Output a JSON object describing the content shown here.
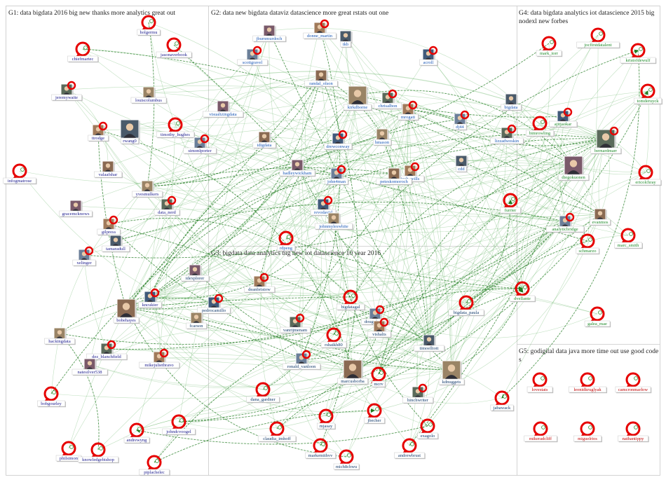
{
  "colors": {
    "edge": "#3aa03a",
    "edge_dark": "#1f7a1f",
    "twitter_marker": "#e60000",
    "divider": "#c8c8c8",
    "g1_label": "#1a1a8c",
    "g2_label": "#1a57b5",
    "g3_label": "#123a6b",
    "g4_label": "#1f8a2a",
    "g5_label": "#c00000"
  },
  "groups": [
    {
      "id": "g1",
      "title": "G1: data bigdata 2016 big new thanks more analytics great out",
      "nodes": [
        {
          "label": "holgermu",
          "icon": "twitter-marker-icon"
        },
        {
          "label": "jasonaverbook",
          "icon": "twitter-marker-icon"
        },
        {
          "label": "chiefmartec",
          "icon": "twitter-marker-icon"
        },
        {
          "label": "louiscolumbus",
          "icon": "profile-photo-icon"
        },
        {
          "label": "jeremywaite",
          "icon": "profile-photo-icon"
        },
        {
          "label": "timothy_hughes",
          "icon": "twitter-marker-icon"
        },
        {
          "label": "ttrodge",
          "icon": "profile-photo-icon"
        },
        {
          "label": "rwang0",
          "icon": "profile-photo-icon"
        },
        {
          "label": "simonlporter",
          "icon": "profile-photo-icon"
        },
        {
          "label": "valaafshar",
          "icon": "profile-photo-icon"
        },
        {
          "label": "infogmatrose",
          "icon": "twitter-marker-icon"
        },
        {
          "label": "yvesmulkers",
          "icon": "profile-photo-icon"
        },
        {
          "label": "data_nerd",
          "icon": "profile-photo-icon"
        },
        {
          "label": "gracemcknows",
          "icon": "profile-photo-icon"
        },
        {
          "label": "gilpress",
          "icon": "profile-photo-icon"
        },
        {
          "label": "tamaradull",
          "icon": "profile-photo-icon"
        },
        {
          "label": "xelinger",
          "icon": "profile-photo-icon"
        },
        {
          "label": "bobehayes",
          "icon": "profile-photo-icon"
        },
        {
          "label": "kncukier",
          "icon": "profile-photo-icon"
        },
        {
          "label": "hackingdata",
          "icon": "profile-photo-icon"
        },
        {
          "label": "dez_blanchfield",
          "icon": "profile-photo-icon"
        },
        {
          "label": "natesilver538",
          "icon": "profile-photo-icon"
        },
        {
          "label": "mikejulietbravo",
          "icon": "profile-photo-icon"
        },
        {
          "label": "bobgourley",
          "icon": "twitter-marker-icon"
        },
        {
          "label": "andrewyng",
          "icon": "twitter-marker-icon"
        },
        {
          "label": "johndcvoogel",
          "icon": "twitter-marker-icon"
        },
        {
          "label": "philsimon",
          "icon": "twitter-marker-icon"
        },
        {
          "label": "knowledgebishop",
          "icon": "twitter-marker-icon"
        },
        {
          "label": "piplachelec",
          "icon": "twitter-marker-icon"
        }
      ]
    },
    {
      "id": "g2",
      "title": "G2: data new bigdata dataviz datascience more great rstats out one",
      "nodes": [
        {
          "label": "jburnmurdoch",
          "icon": "profile-photo-icon"
        },
        {
          "label": "donne_martin",
          "icon": "profile-photo-icon"
        },
        {
          "label": "tkb",
          "icon": "profile-photo-icon"
        },
        {
          "label": "scottgravel",
          "icon": "profile-photo-icon"
        },
        {
          "label": "randal_olson",
          "icon": "profile-photo-icon"
        },
        {
          "label": "acroll",
          "icon": "profile-photo-icon"
        },
        {
          "label": "kirkdborne",
          "icon": "profile-photo-icon"
        },
        {
          "label": "chrisalbon",
          "icon": "profile-photo-icon"
        },
        {
          "label": "visualizingdata",
          "icon": "profile-photo-icon"
        },
        {
          "label": "mrogati",
          "icon": "profile-photo-icon"
        },
        {
          "label": "bigdata",
          "icon": "profile-photo-icon"
        },
        {
          "label": "dj44",
          "icon": "profile-photo-icon"
        },
        {
          "label": "idigdata",
          "icon": "profile-photo-icon"
        },
        {
          "label": "drewconway",
          "icon": "profile-photo-icon"
        },
        {
          "label": "hmason",
          "icon": "profile-photo-icon"
        },
        {
          "label": "lizzadwoskin",
          "icon": "profile-photo-icon"
        },
        {
          "label": "hadleywickham",
          "icon": "profile-photo-icon"
        },
        {
          "label": "josh_wills",
          "icon": "profile-photo-icon"
        },
        {
          "label": "cdd",
          "icon": "profile-photo-icon"
        },
        {
          "label": "john4man",
          "icon": "profile-photo-icon"
        },
        {
          "label": "peteskomoroch",
          "icon": "profile-photo-icon"
        },
        {
          "label": "revodavid",
          "icon": "profile-photo-icon"
        },
        {
          "label": "johnmyleswhite",
          "icon": "profile-photo-icon"
        },
        {
          "label": "rdpeng",
          "icon": "twitter-marker-icon"
        }
      ]
    },
    {
      "id": "g3",
      "title": "G3: bigdata data analytics big new iot datascience 10 year 2016",
      "nodes": [
        {
          "label": "idexplorer",
          "icon": "profile-photo-icon"
        },
        {
          "label": "deanbristow",
          "icon": "profile-photo-icon"
        },
        {
          "label": "bigdatagal",
          "icon": "twitter-marker-icon"
        },
        {
          "label": "doug_laney",
          "icon": "profile-photo-icon"
        },
        {
          "label": "bigdata_paula",
          "icon": "twitter-marker-icon"
        },
        {
          "label": "pedrocamillo",
          "icon": "profile-photo-icon"
        },
        {
          "label": "fcarson",
          "icon": "profile-photo-icon"
        },
        {
          "label": "vanrijmenam",
          "icon": "profile-photo-icon"
        },
        {
          "label": "rshaikh80",
          "icon": "twitter-marker-icon"
        },
        {
          "label": "vishalts",
          "icon": "profile-photo-icon"
        },
        {
          "label": "timoelliott",
          "icon": "profile-photo-icon"
        },
        {
          "label": "ronald_vanloon",
          "icon": "profile-photo-icon"
        },
        {
          "label": "marcusborba",
          "icon": "profile-photo-icon"
        },
        {
          "label": "mcrv",
          "icon": "twitter-marker-icon"
        },
        {
          "label": "kdnuggets",
          "icon": "profile-photo-icon"
        },
        {
          "label": "hinchwriter",
          "icon": "profile-photo-icon"
        },
        {
          "label": "dana_gardner",
          "icon": "twitter-marker-icon"
        },
        {
          "label": "mjasay",
          "icon": "twitter-marker-icon"
        },
        {
          "label": "jbecher",
          "icon": "twitter-marker-icon"
        },
        {
          "label": "jabawack",
          "icon": "twitter-marker-icon"
        },
        {
          "label": "claudia_imhoff",
          "icon": "twitter-marker-icon"
        },
        {
          "label": "markemithvv",
          "icon": "twitter-marker-icon"
        },
        {
          "label": "exagolo",
          "icon": "twitter-marker-icon"
        },
        {
          "label": "mich8chwu",
          "icon": "twitter-marker-icon"
        },
        {
          "label": "andrewbrust",
          "icon": "twitter-marker-icon"
        }
      ]
    },
    {
      "id": "g4",
      "title": "G4: data bigdata analytics iot datascience 2015 big nodexl new forbes",
      "nodes": [
        {
          "label": "mark_torr",
          "icon": "twitter-marker-icon"
        },
        {
          "label": "jocfirstdatalent",
          "icon": "twitter-marker-icon"
        },
        {
          "label": "kristofdewulf",
          "icon": "twitter-marker-icon"
        },
        {
          "label": "tomderuyck",
          "icon": "twitter-marker-icon"
        },
        {
          "label": "ajitjaokar",
          "icon": "profile-photo-icon"
        },
        {
          "label": "bimrowling",
          "icon": "twitter-marker-icon"
        },
        {
          "label": "bernardmarr",
          "icon": "profile-photo-icon"
        },
        {
          "label": "diegokuonen",
          "icon": "profile-photo-icon"
        },
        {
          "label": "ericolchray",
          "icon": "twitter-marker-icon"
        },
        {
          "label": "furrier",
          "icon": "twitter-marker-icon"
        },
        {
          "label": "analyticbridge",
          "icon": "profile-photo-icon"
        },
        {
          "label": "evanmos",
          "icon": "profile-photo-icon"
        },
        {
          "label": "schmarzo",
          "icon": "twitter-marker-icon"
        },
        {
          "label": "marc_smith",
          "icon": "twitter-marker-icon"
        },
        {
          "label": "dvellante",
          "icon": "twitter-marker-icon"
        },
        {
          "label": "galea_mae",
          "icon": "twitter-marker-icon"
        }
      ]
    },
    {
      "id": "g5",
      "title": "G5: godigital data java more time out use good code s",
      "nodes": [
        {
          "label": "lovestats",
          "icon": "twitter-marker-icon"
        },
        {
          "label": "leonidkruglyak",
          "icon": "twitter-marker-icon"
        },
        {
          "label": "camcronmarlow",
          "icon": "twitter-marker-icon"
        },
        {
          "label": "mikeradcliff",
          "icon": "twitter-marker-icon"
        },
        {
          "label": "miguelrios",
          "icon": "twitter-marker-icon"
        },
        {
          "label": "nathantippy",
          "icon": "twitter-marker-icon"
        }
      ]
    }
  ]
}
